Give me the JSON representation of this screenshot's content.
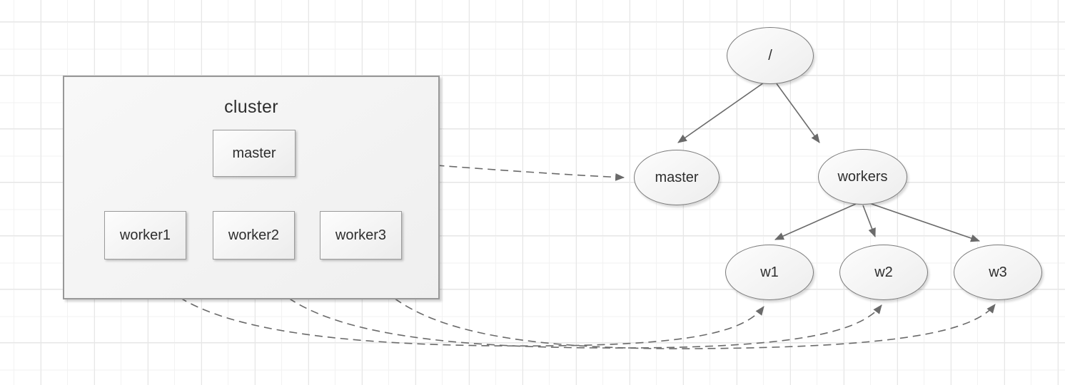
{
  "cluster": {
    "title": "cluster",
    "master_label": "master",
    "worker_labels": [
      "worker1",
      "worker2",
      "worker3"
    ]
  },
  "tree": {
    "root_label": "/",
    "master_label": "master",
    "workers_label": "workers",
    "leaf_labels": [
      "w1",
      "w2",
      "w3"
    ]
  },
  "edges": {
    "solid": [
      {
        "from": "/",
        "to": "master"
      },
      {
        "from": "/",
        "to": "workers"
      },
      {
        "from": "workers",
        "to": "w1"
      },
      {
        "from": "workers",
        "to": "w2"
      },
      {
        "from": "workers",
        "to": "w3"
      }
    ],
    "dashed": [
      {
        "from": "cluster master box",
        "to": "master node"
      },
      {
        "from": "worker1 box",
        "to": "w1 node"
      },
      {
        "from": "worker2 box",
        "to": "w2 node"
      },
      {
        "from": "worker3 box",
        "to": "w3 node"
      }
    ]
  },
  "colors": {
    "edge": "#6a6a6a",
    "node_fill_top": "#fdfdfd",
    "node_fill_bottom": "#ececec",
    "box_border": "#9a9a9a",
    "ellipse_border": "#7a7a7a",
    "cluster_border": "#989898",
    "text": "#2e2e2e",
    "grid_minor": "#f2f2f2",
    "grid_major": "#e6e6e6",
    "background": "#ffffff"
  }
}
